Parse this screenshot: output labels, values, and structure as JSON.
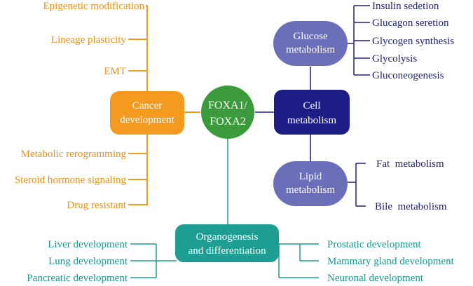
{
  "center": {
    "line1": "FOXA1/",
    "line2": "FOXA2"
  },
  "cancer": {
    "label1": "Cancer",
    "label2": "development",
    "items_top": [
      "Epigenetic modification",
      "Lineage plasticity",
      "EMT"
    ],
    "items_bottom": [
      "Metabolic rerogramming",
      "Steroid hormone signaling",
      "Drug resistant"
    ]
  },
  "cell": {
    "label1": "Cell",
    "label2": "metabolism"
  },
  "glucose": {
    "label1": "Glucose",
    "label2": "metabolism",
    "items": [
      "Insulin sedetion",
      "Glucagon seretion",
      "Glycogen synthesis",
      "Glycolysis",
      "Gluconeogenesis"
    ]
  },
  "lipid": {
    "label1": "Lipid",
    "label2": "metabolism",
    "items": [
      "Fat  metabolism",
      "Bile  metabolism"
    ]
  },
  "organo": {
    "label1": "Organogenesis",
    "label2": "and differentiation",
    "items_left": [
      "Liver development",
      "Lung development",
      "Pancreatic development"
    ],
    "items_right": [
      "Prostatic development",
      "Mammary gland development",
      "Neuronal development"
    ]
  },
  "colors": {
    "orange": "#F39A1F",
    "green": "#3A9A3C",
    "navy": "#1D1E85",
    "purple": "#6B6FBA",
    "teal": "#1E9E92"
  }
}
